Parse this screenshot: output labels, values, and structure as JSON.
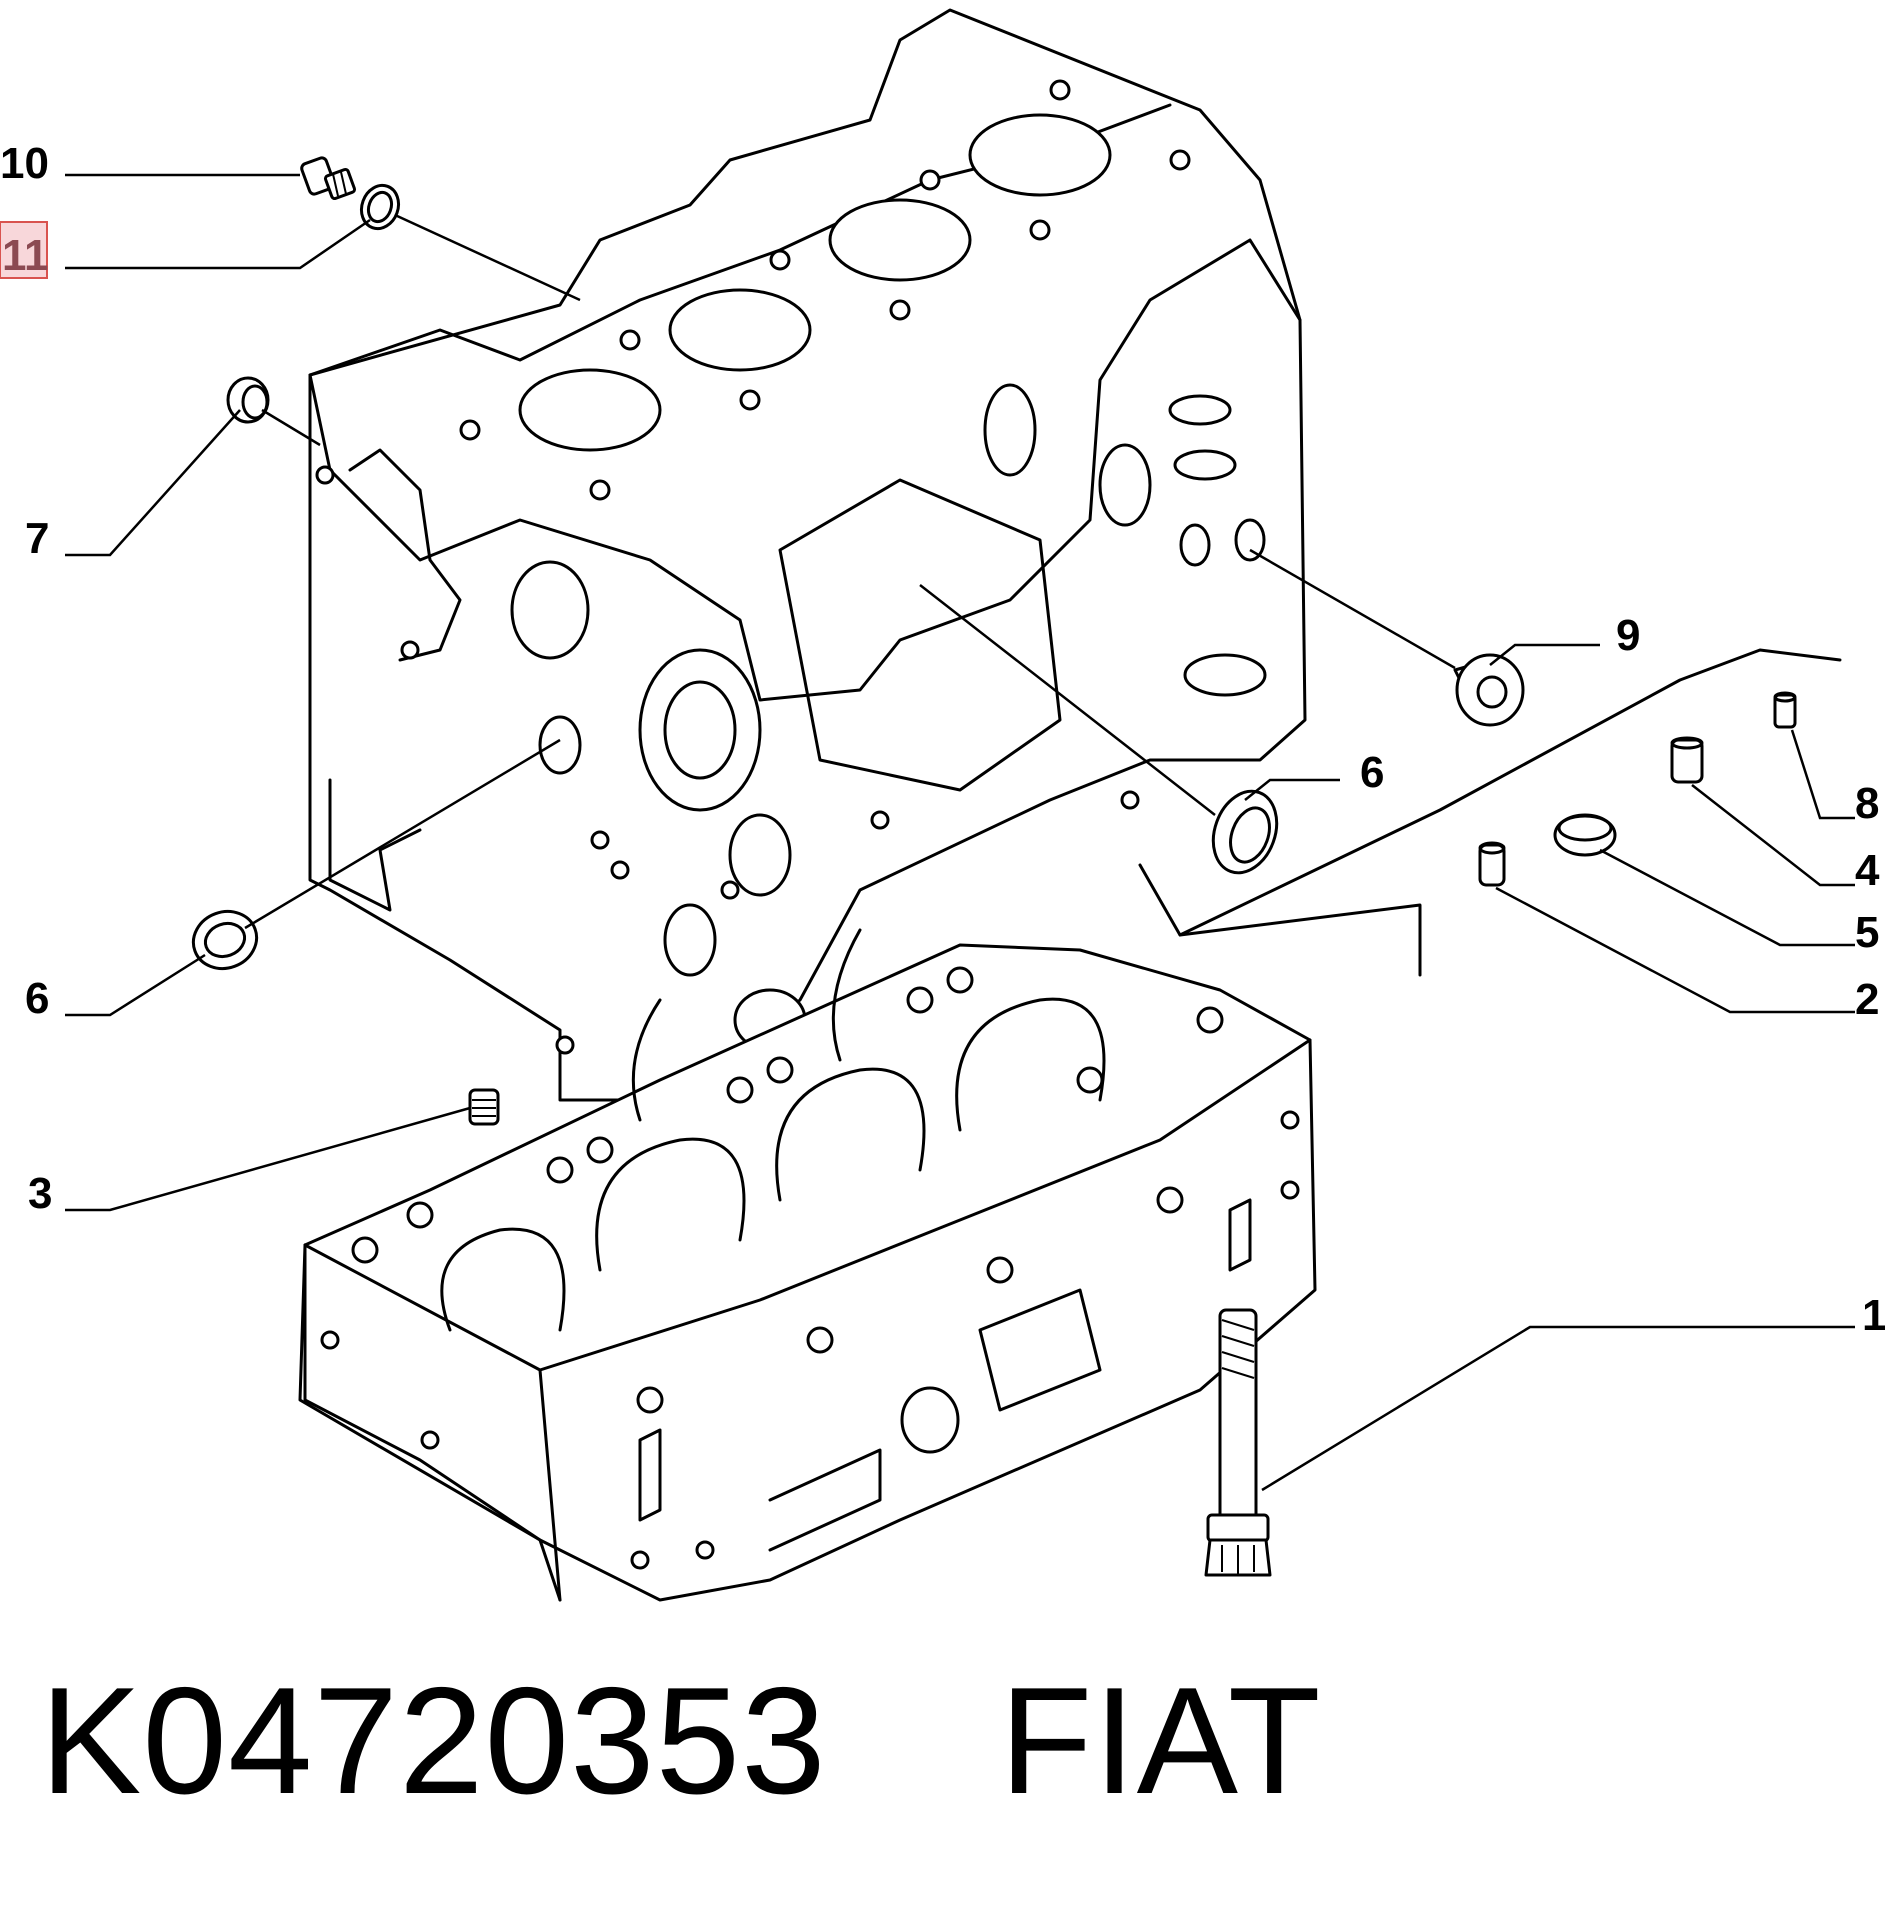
{
  "title": "K04720353    FIAT",
  "callouts": [
    {
      "id": "10",
      "label": "10",
      "highlighted": false
    },
    {
      "id": "11",
      "label": "11",
      "highlighted": true
    },
    {
      "id": "7",
      "label": "7",
      "highlighted": false
    },
    {
      "id": "9",
      "label": "9",
      "highlighted": false
    },
    {
      "id": "6a",
      "label": "6",
      "highlighted": false
    },
    {
      "id": "6b",
      "label": "6",
      "highlighted": false
    },
    {
      "id": "8",
      "label": "8",
      "highlighted": false
    },
    {
      "id": "4",
      "label": "4",
      "highlighted": false
    },
    {
      "id": "5",
      "label": "5",
      "highlighted": false
    },
    {
      "id": "2",
      "label": "2",
      "highlighted": false
    },
    {
      "id": "3",
      "label": "3",
      "highlighted": false
    },
    {
      "id": "1",
      "label": "1",
      "highlighted": false
    }
  ],
  "colors": {
    "line": "#000000",
    "background": "#ffffff",
    "highlight_fill": "#f8d7da",
    "highlight_border": "#d9534f"
  }
}
